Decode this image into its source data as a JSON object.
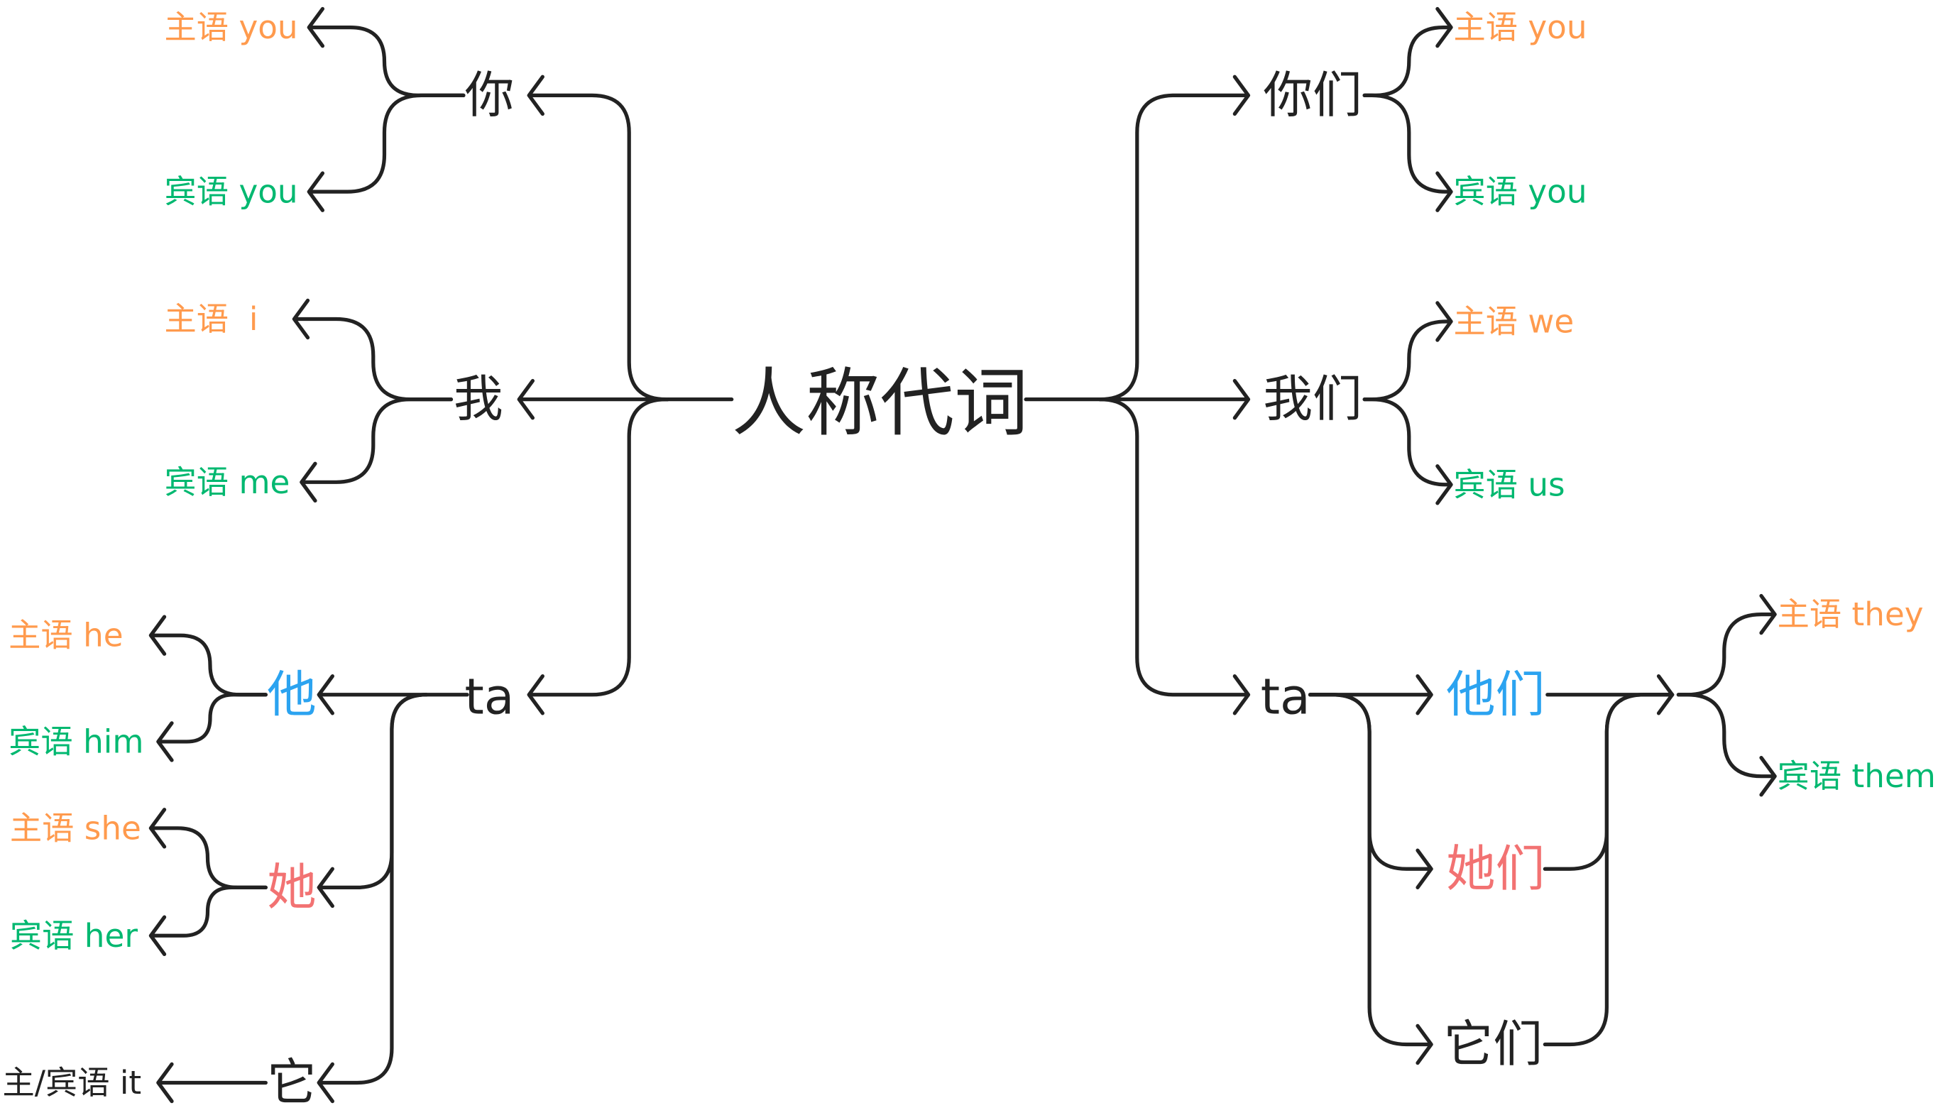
{
  "colors": {
    "subject": "#FF9A4D",
    "object": "#00B870",
    "he": "#2BA3F0",
    "she": "#F27272",
    "line": "#222222"
  },
  "center": "人称代词",
  "left": {
    "ni": {
      "label": "你",
      "subject": "主语 you",
      "object": "宾语 you"
    },
    "wo": {
      "label": "我",
      "subject": "主语  i",
      "object": "宾语 me"
    },
    "ta": {
      "label": "ta",
      "ta_he": {
        "label": "他",
        "subject": "主语 he",
        "object": "宾语 him"
      },
      "ta_she": {
        "label": "她",
        "subject": "主语 she",
        "object": "宾语 her"
      },
      "ta_it": {
        "label": "它",
        "both": "主/宾语 it"
      }
    }
  },
  "right": {
    "nimen": {
      "label": "你们",
      "subject": "主语 you",
      "object": "宾语 you"
    },
    "women": {
      "label": "我们",
      "subject": "主语 we",
      "object": "宾语 us"
    },
    "ta": {
      "label": "ta",
      "tamen_he": "他们",
      "tamen_she": "她们",
      "tamen_it": "它们",
      "subject": "主语 they",
      "object": "宾语 them"
    }
  }
}
